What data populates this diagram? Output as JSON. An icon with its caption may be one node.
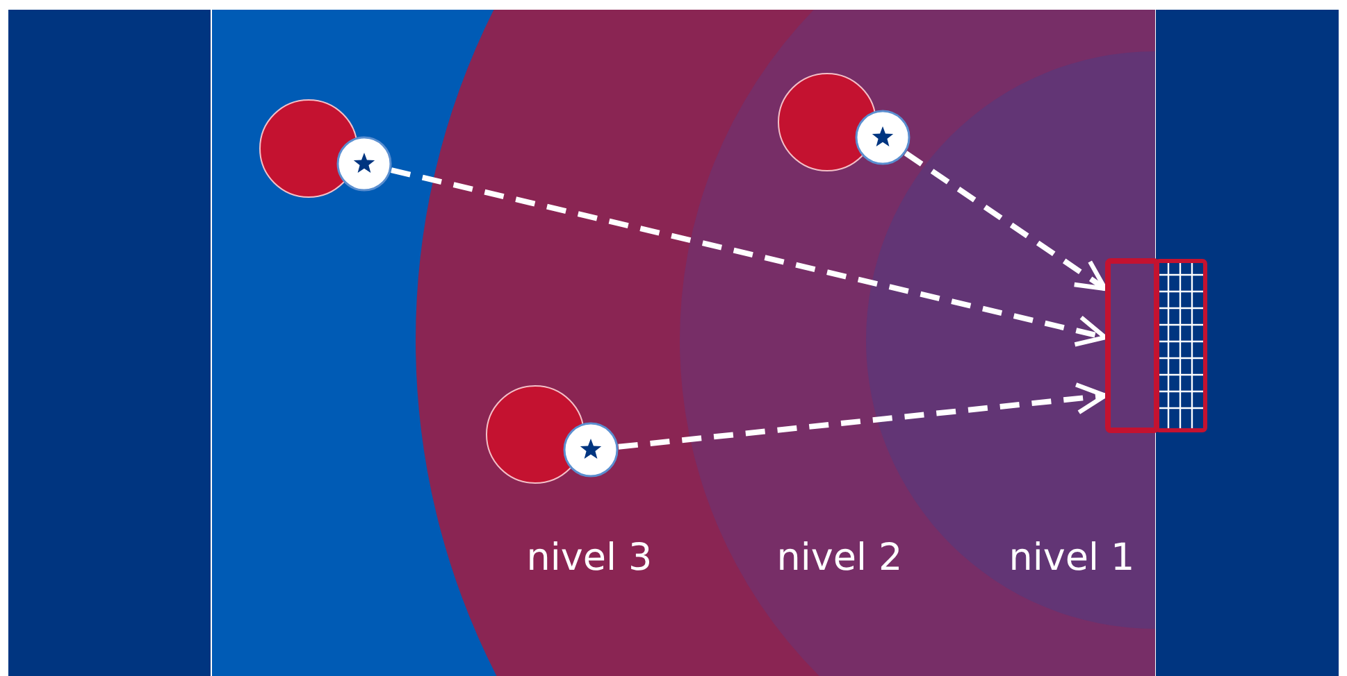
{
  "diagram": {
    "nodes": [
      {
        "text": [
          "nivel 3"
        ]
      },
      {
        "text": [
          "nivel 2"
        ],
        "in": 0
      },
      {
        "text": [
          "nivel 1"
        ],
        "in": 1
      },
      {
        "text": [],
        "shape": "circle"
      },
      {
        "text": [],
        "shape": "circle",
        "in": 1
      },
      {
        "text": [],
        "shape": "circle",
        "in": 0
      },
      {
        "text": [],
        "shape": "goal",
        "in": 2
      }
    ],
    "edges": [
      {
        "from": 3,
        "to": 6,
        "arrow": "to",
        "style": "dashed"
      },
      {
        "from": 4,
        "to": 6,
        "arrow": "to",
        "style": "dashed"
      },
      {
        "from": 5,
        "to": 6,
        "arrow": "to",
        "style": "dashed"
      }
    ]
  }
}
